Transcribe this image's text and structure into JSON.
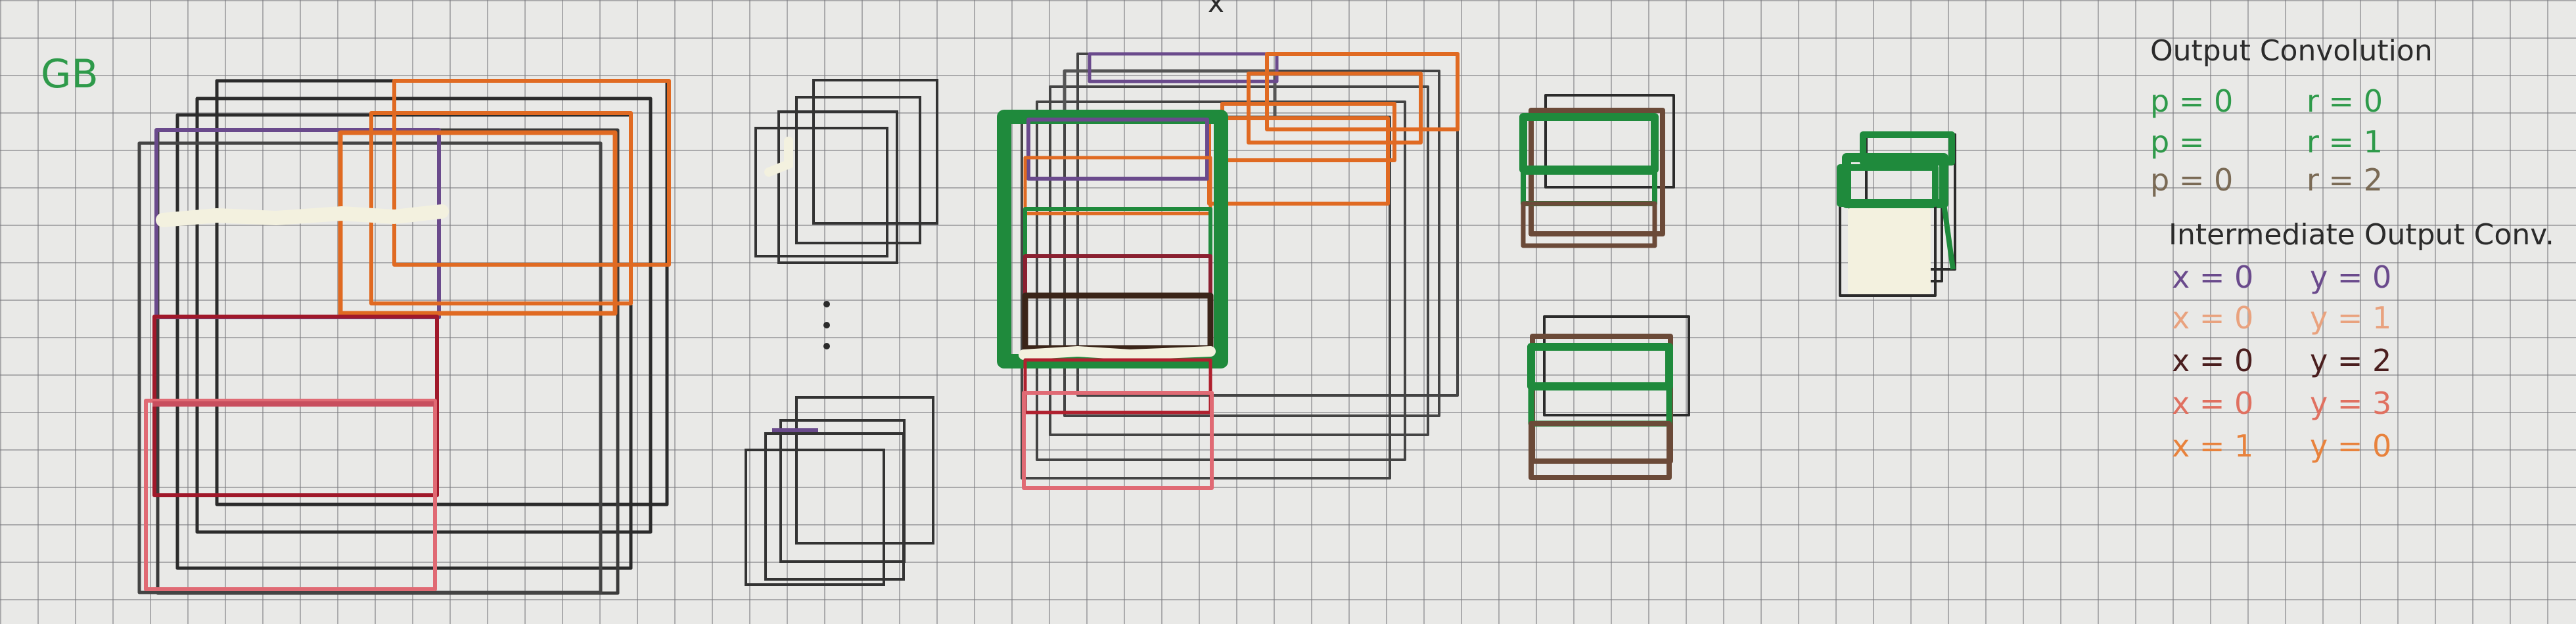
{
  "label_gb": "GB",
  "stray_mark": "x",
  "legend": {
    "title": "Output Convolution",
    "output_rows": [
      {
        "left": "p = 0",
        "right": "r = 0",
        "color": "#2e9a4a"
      },
      {
        "left": "p =",
        "right": "r = 1",
        "color": "#2e9a4a"
      },
      {
        "left": "p = 0",
        "right": "r = 2",
        "color": "#7a6a55"
      }
    ],
    "intermediate_title": "Intermediate Output Conv.",
    "intermediate_rows": [
      {
        "x": "x = 0",
        "y": "y = 0",
        "color": "#6a4a8c"
      },
      {
        "x": "x = 0",
        "y": "y = 1",
        "color": "#e9a27e"
      },
      {
        "x": "x = 0",
        "y": "y = 2",
        "color": "#4a1e1e"
      },
      {
        "x": "x = 0",
        "y": "y = 3",
        "color": "#e07060"
      },
      {
        "x": "x = 1",
        "y": "y = 0",
        "color": "#e8823c"
      }
    ]
  },
  "colors": {
    "black": "#2b2b2b",
    "gray": "#555555",
    "purple": "#6a4a8c",
    "orange": "#e06a22",
    "red": "#b0202e",
    "pink": "#e07070",
    "green": "#1f8a3c",
    "dark_brown": "#3a2418",
    "brown": "#6b4a38",
    "white_paint": "#f3f1df"
  }
}
